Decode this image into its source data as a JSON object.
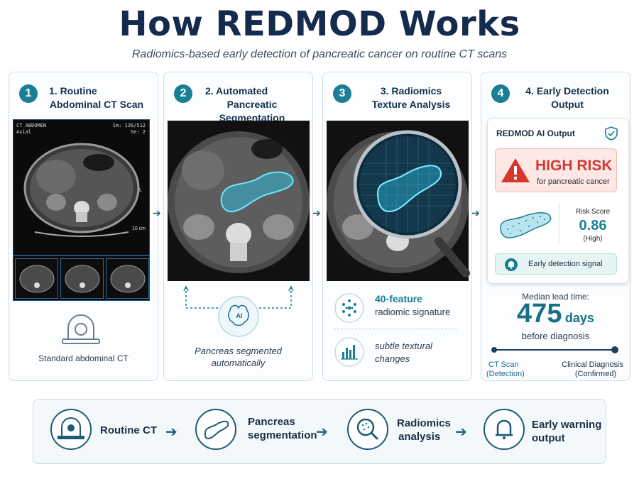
{
  "header": {
    "title": "How REDMOD Works",
    "subtitle": "Radiomics-based early detection of pancreatic cancer on routine CT scans"
  },
  "steps": [
    {
      "number": "1",
      "title_line1": "1. Routine",
      "title_line2": "Abdominal CT Scan",
      "ct_label_top_left_1": "CT ABDOMEN",
      "ct_label_top_left_2": "Axial",
      "ct_label_top_right_1": "Im: 126/512",
      "ct_label_top_right_2": "Se: 2",
      "ct_scale_marker_l": "L",
      "ct_scale_label": "10 cm",
      "caption": "Standard abdominal CT"
    },
    {
      "number": "2",
      "title_line1": "2. Automated",
      "title_line2": "Pancreatic Segmentation",
      "ai_label": "AI",
      "caption_line1": "Pancreas segmented",
      "caption_line2": "automatically"
    },
    {
      "number": "3",
      "title_line1": "3. Radiomics",
      "title_line2": "Texture Analysis",
      "feature1_bold": "40-feature",
      "feature1_rest": "radiomic signature",
      "feature2_line1": "subtle textural",
      "feature2_line2": "changes"
    },
    {
      "number": "4",
      "title_line1": "4. Early Detection",
      "title_line2": "Output",
      "output_title": "REDMOD AI Output",
      "risk_label": "HIGH RISK",
      "risk_sub": "for pancreatic cancer",
      "risk_score_label": "Risk Score",
      "risk_score_value": "0.86",
      "risk_score_level": "(High)",
      "signal_label": "Early detection signal",
      "lead_time_label": "Median lead time:",
      "lead_time_value": "475",
      "lead_time_unit": "days",
      "lead_time_caption": "before diagnosis",
      "timeline_start_1": "CT Scan",
      "timeline_start_2": "(Detection)",
      "timeline_end_1": "Clinical Diagnosis",
      "timeline_end_2": "(Confirmed)"
    }
  ],
  "flow": [
    {
      "label_line1": "Routine CT",
      "label_line2": ""
    },
    {
      "label_line1": "Pancreas",
      "label_line2": "segmentation"
    },
    {
      "label_line1": "Radiomics",
      "label_line2": "analysis"
    },
    {
      "label_line1": "Early warning",
      "label_line2": "output"
    }
  ],
  "colors": {
    "accent": "#1a7f94",
    "navy": "#142b4d",
    "risk_red": "#d23b34",
    "glow": "#4fd6f0"
  }
}
